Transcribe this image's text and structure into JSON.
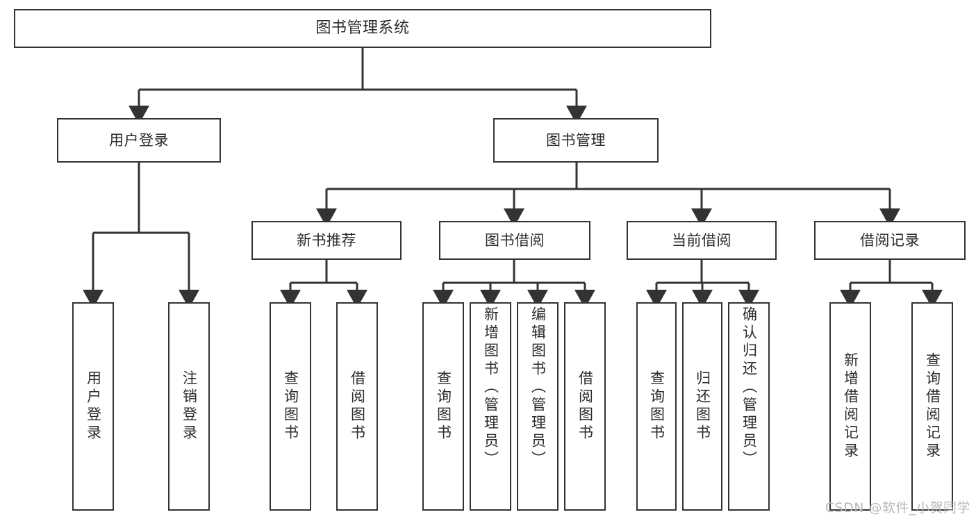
{
  "diagram": {
    "type": "tree",
    "title": "图书管理系统",
    "root": {
      "label": "图书管理系统"
    },
    "level1": [
      {
        "label": "用户登录"
      },
      {
        "label": "图书管理"
      }
    ],
    "level2": [
      {
        "label": "新书推荐"
      },
      {
        "label": "图书借阅"
      },
      {
        "label": "当前借阅"
      },
      {
        "label": "借阅记录"
      }
    ],
    "leaves": {
      "user_login": [
        {
          "label": "用户登录"
        },
        {
          "label": "注销登录"
        }
      ],
      "new_book_recommend": [
        {
          "label": "查询图书"
        },
        {
          "label": "借阅图书"
        }
      ],
      "book_borrow": [
        {
          "label": "查询图书"
        },
        {
          "label": "新增图书（管理员）"
        },
        {
          "label": "编辑图书（管理员）"
        },
        {
          "label": "借阅图书"
        }
      ],
      "current_borrow": [
        {
          "label": "查询图书"
        },
        {
          "label": "归还图书"
        },
        {
          "label": "确认归还（管理员）"
        }
      ],
      "borrow_record": [
        {
          "label": "新增借阅记录"
        },
        {
          "label": "查询借阅记录"
        }
      ]
    }
  },
  "watermark": {
    "text": "CSDN @软件_小贺同学"
  },
  "colors": {
    "border": "#333333",
    "text": "#2b2b2b",
    "background": "#ffffff",
    "watermark": "#b9b9b9"
  }
}
